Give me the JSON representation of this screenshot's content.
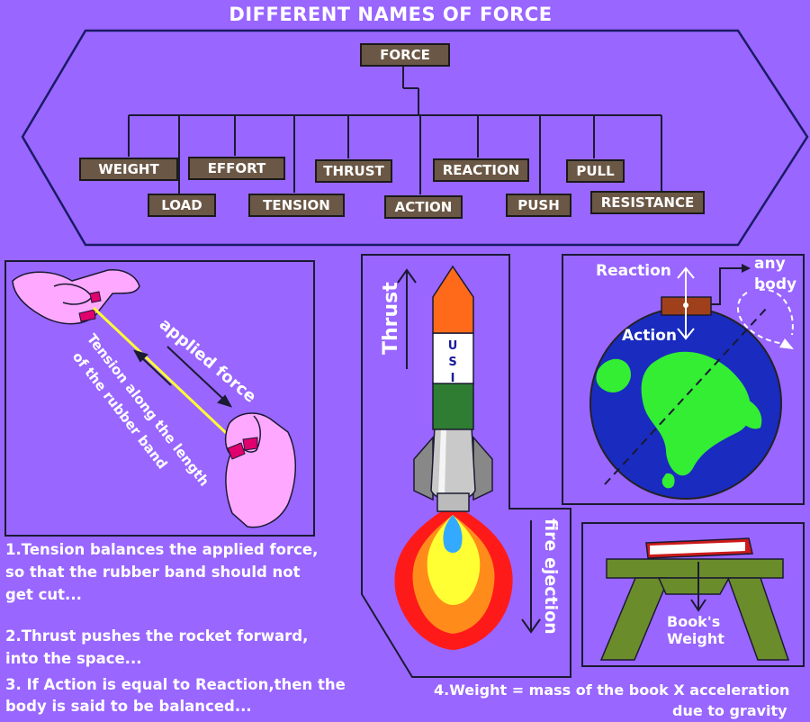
{
  "title": "DIFFERENT NAMES OF FORCE",
  "tree": {
    "root": "FORCE",
    "children": [
      "WEIGHT",
      "LOAD",
      "EFFORT",
      "TENSION",
      "THRUST",
      "ACTION",
      "REACTION",
      "PUSH",
      "PULL",
      "RESISTANCE"
    ]
  },
  "tension_panel": {
    "applied_force": "applied force",
    "tension_line1": "Tension along the length",
    "tension_line2": "of the rubber band"
  },
  "rocket_panel": {
    "thrust": "Thrust",
    "fire_ejection": "fire ejection",
    "body_letters": [
      "U",
      "S",
      "I"
    ]
  },
  "earth_panel": {
    "reaction": "Reaction",
    "action": "Action",
    "any": "any",
    "body": "body"
  },
  "book_panel": {
    "weight_line1": "Book's",
    "weight_line2": "Weight"
  },
  "captions": {
    "c1_line1": "1.Tension balances the applied force,",
    "c1_line2": "so that the rubber band should not",
    "c1_line3": "get cut...",
    "c2_line1": "2.Thrust pushes the rocket forward,",
    "c2_line2": "into the space...",
    "c3_line1": "3. If Action is equal to Reaction,then the",
    "c3_line2": "body is said to be balanced...",
    "c4_line1": "4.Weight = mass of the book X acceleration",
    "c4_line2": "due to gravity"
  },
  "colors": {
    "background": "#9966ff",
    "box_fill": "#6b5745",
    "hand_fill": "#ffa8ff",
    "rubber_band": "#ffff33",
    "rocket_saffron": "#ff6a1a",
    "rocket_green": "#2e7d32",
    "earth_blue": "#1a2bbf",
    "earth_green": "#33ee33",
    "table_green": "#6b8c2a",
    "book_red": "#cc1a1a"
  }
}
